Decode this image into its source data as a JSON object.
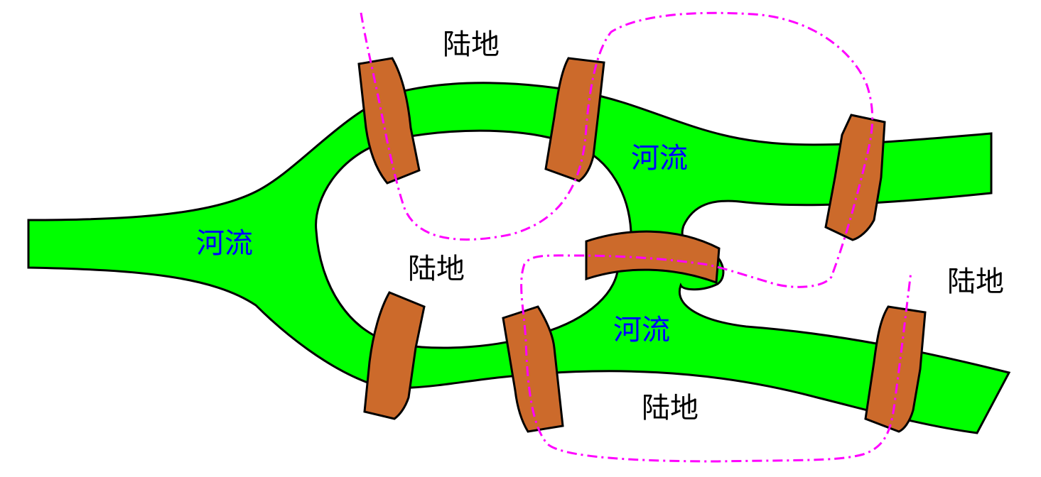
{
  "labels": {
    "land_top": "陆地",
    "land_center": "陆地",
    "land_right": "陆地",
    "land_bottom": "陆地",
    "river_left": "河流",
    "river_upper": "河流",
    "river_lower": "河流"
  },
  "colors": {
    "river_fill": "#00ff00",
    "river_outline": "#000000",
    "bridge_fill": "#cc6a2b",
    "path_stroke": "#ff00ff",
    "land_text": "#000000",
    "river_text": "#0000ff",
    "background": "#ffffff"
  }
}
